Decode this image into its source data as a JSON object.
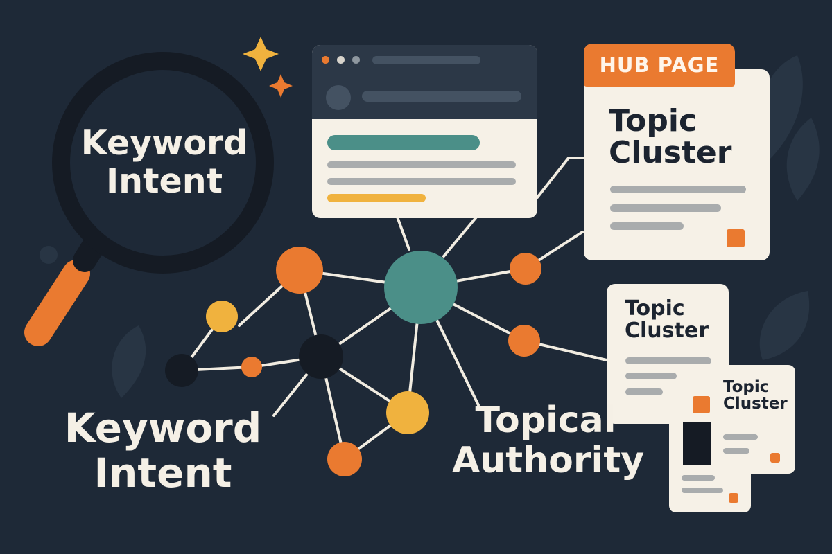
{
  "labels": {
    "lens": [
      "Keyword",
      "Intent"
    ],
    "bottom": [
      "Keyword",
      "Intent"
    ],
    "authority": [
      "Topical",
      "Authority"
    ]
  },
  "hub": {
    "tag": "HUB PAGE",
    "title": [
      "Topic",
      "Cluster"
    ]
  },
  "cards": {
    "mid_title": [
      "Topic",
      "Cluster"
    ],
    "small_title": [
      "Topic",
      "Cluster"
    ]
  },
  "colors": {
    "background": "#1e2937",
    "accent_orange": "#ea7a30",
    "accent_teal": "#4b8f88",
    "accent_yellow": "#f0b23e",
    "dark_node": "#151b24",
    "card_cream": "#f6f1e7",
    "line_cream": "#f1ece1"
  },
  "icons": {
    "magnifier": "magnifying-glass-icon",
    "sparkle": "sparkle-icon",
    "browser": "browser-window-icon"
  }
}
